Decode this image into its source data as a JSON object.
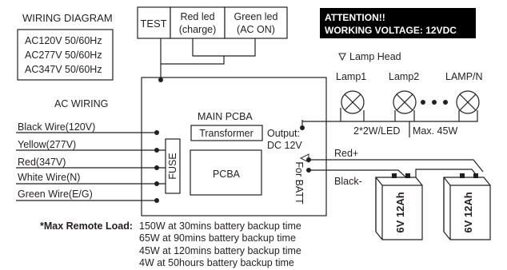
{
  "wiring_diagram": {
    "title": "WIRING DIAGRAM",
    "voltages": [
      "AC120V 50/60Hz",
      "AC277V 50/60Hz",
      "AC347V 50/60Hz"
    ]
  },
  "indicators": {
    "test": "TEST",
    "red_led_line1": "Red led",
    "red_led_line2": "(charge)",
    "green_led_line1": "Green led",
    "green_led_line2": "(AC ON)"
  },
  "attention": {
    "line1": "ATTENTION!!",
    "line2": "WORKING VOLTAGE: 12VDC",
    "bg_color": "#000000",
    "text_color": "#ffffff"
  },
  "lamps": {
    "lamp_head_label": "Lamp Head",
    "lamp1": "Lamp1",
    "lamp2": "Lamp2",
    "lampn": "LAMP/N",
    "per_led": "2*2W/LED",
    "max": "Max. 45W"
  },
  "ac_wiring": {
    "title": "AC WIRING",
    "wires": [
      "Black Wire(120V)",
      "Yellow(277V)",
      "Red(347V)",
      "White Wire(N)",
      "Green Wire(E/G)"
    ]
  },
  "pcba": {
    "main": "MAIN PCBA",
    "transformer": "Transformer",
    "output_line1": "Output:",
    "output_line2": "DC 12V",
    "fuse": "FUSE",
    "pcba": "PCBA",
    "for_batt": "For BATT"
  },
  "battery": {
    "red": "Red+",
    "black": "Black-",
    "label": "6V 12Ah"
  },
  "remote_load": {
    "label": "*Max Remote Load:",
    "lines": [
      "150W at 30mins battery backup time",
      "65W at 90mins battery backup time",
      "45W at 120mins battery backup time",
      "4W at 50hours battery backup time"
    ]
  }
}
